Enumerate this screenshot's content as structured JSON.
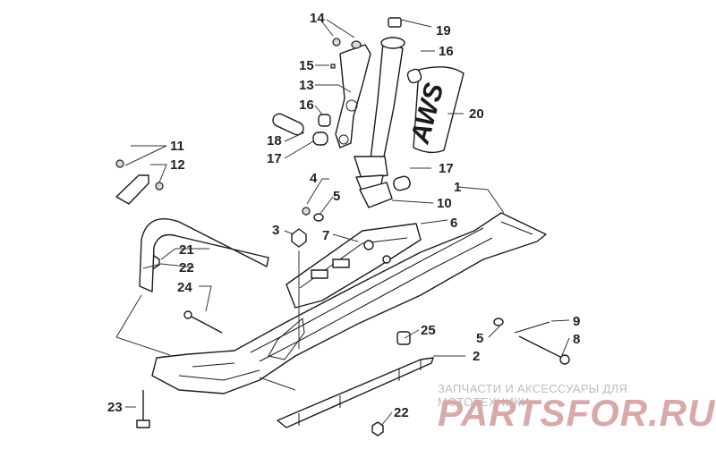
{
  "callouts": {
    "c1": "1",
    "c2": "2",
    "c3": "3",
    "c4": "4",
    "c5a": "5",
    "c5b": "5",
    "c6": "6",
    "c7": "7",
    "c8": "8",
    "c9": "9",
    "c10": "10",
    "c11": "11",
    "c12": "12",
    "c13": "13",
    "c14": "14",
    "c15": "15",
    "c16a": "16",
    "c16b": "16",
    "c17a": "17",
    "c17b": "17",
    "c18": "18",
    "c19": "19",
    "c20": "20",
    "c21": "21",
    "c22a": "22",
    "c22b": "22",
    "c23": "23",
    "c24": "24",
    "c25": "25"
  },
  "decal_text": "AWS",
  "watermark": {
    "line1": "ЗАПЧАСТИ И АКСЕССУАРЫ ДЛЯ МОТОТЕХНИКИ",
    "line2": "PARTSFOR.RU"
  }
}
